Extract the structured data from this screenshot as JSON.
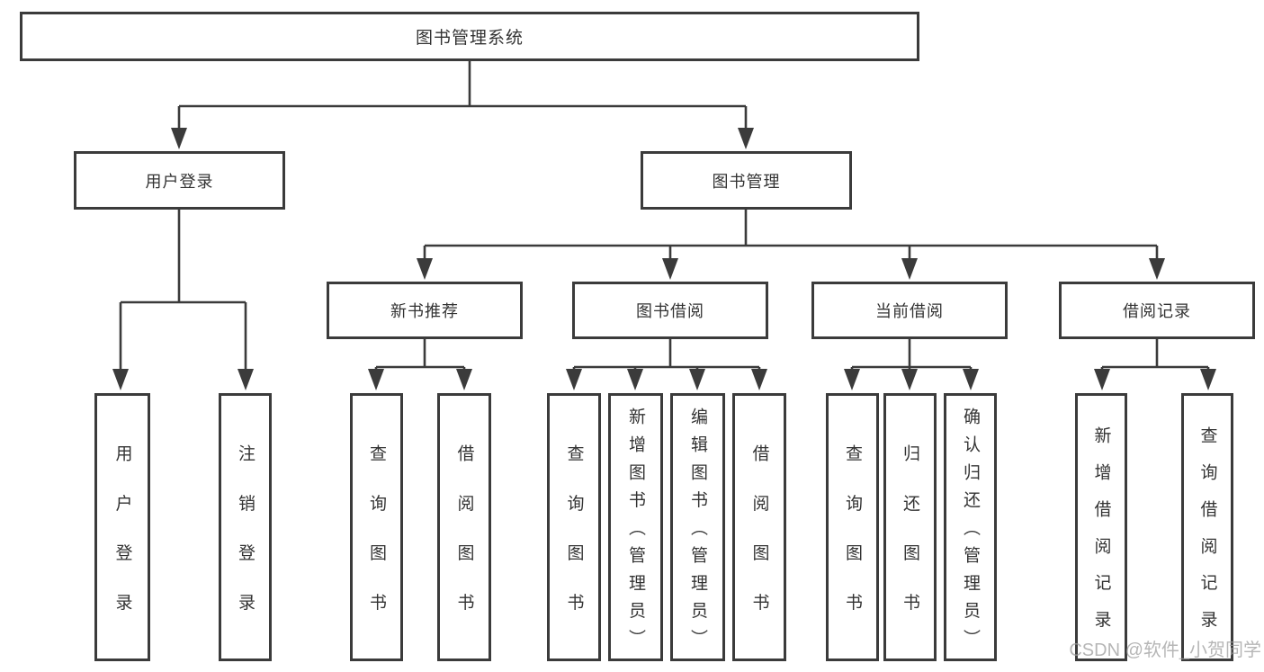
{
  "diagram": {
    "root": {
      "label": "图书管理系统"
    },
    "login": {
      "label": "用户登录",
      "children": {
        "login": {
          "label": "用户登录"
        },
        "logout": {
          "label": "注销登录"
        }
      }
    },
    "management": {
      "label": "图书管理",
      "sections": {
        "new_books": {
          "label": "新书推荐",
          "children": {
            "query": {
              "label": "查询图书"
            },
            "borrow": {
              "label": "借阅图书"
            }
          }
        },
        "borrowing": {
          "label": "图书借阅",
          "children": {
            "query": {
              "label": "查询图书"
            },
            "add": {
              "label": "新增图书（管理员）"
            },
            "edit": {
              "label": "编辑图书（管理员）"
            },
            "borrow": {
              "label": "借阅图书"
            }
          }
        },
        "current": {
          "label": "当前借阅",
          "children": {
            "query": {
              "label": "查询图书"
            },
            "return": {
              "label": "归还图书"
            },
            "confirm": {
              "label": "确认归还（管理员）"
            }
          }
        },
        "records": {
          "label": "借阅记录",
          "children": {
            "add": {
              "label": "新增借阅记录"
            },
            "query": {
              "label": "查询借阅记录"
            }
          }
        }
      }
    }
  },
  "watermark": {
    "text": "CSDN @软件_小贺同学"
  },
  "colors": {
    "line": "#3b3b3b",
    "border": "#3b3b3b",
    "text": "#333333",
    "watermark": "#9e9e9e",
    "background": "#ffffff"
  }
}
